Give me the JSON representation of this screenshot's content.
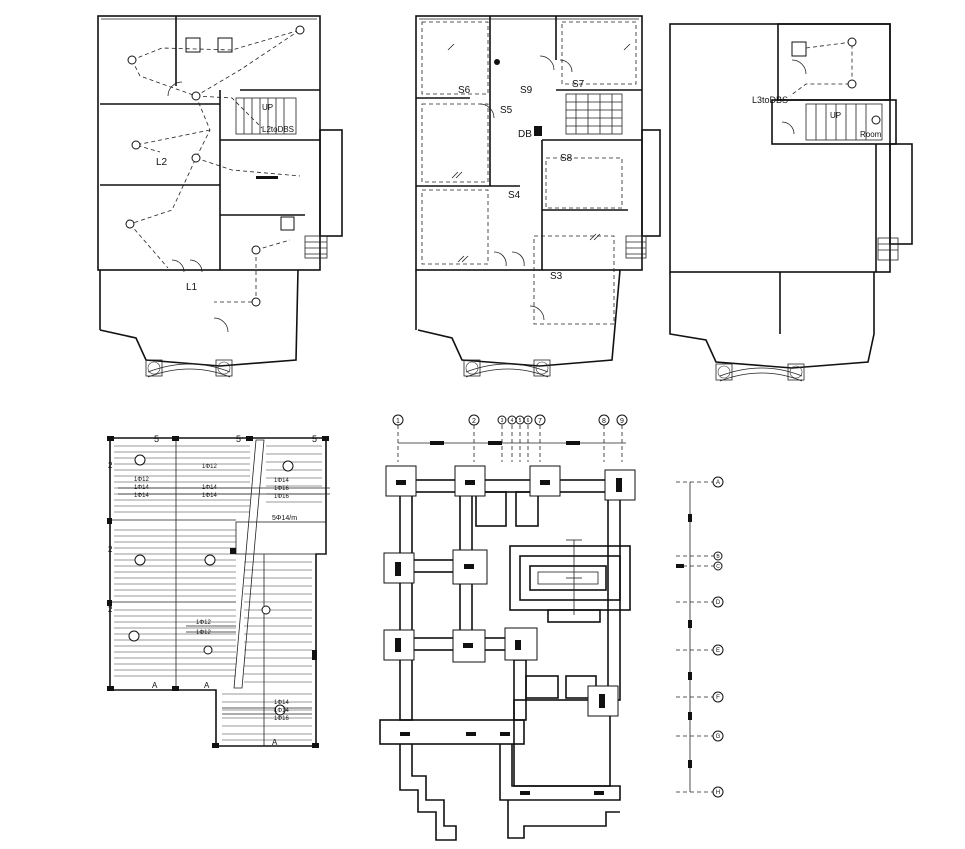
{
  "plan1": {
    "labels": [
      "L2",
      "L1",
      "UP",
      "L2toDBS"
    ]
  },
  "plan2": {
    "labels": [
      "S6",
      "S9",
      "S7",
      "S5",
      "DB",
      "S8",
      "S4",
      "S3"
    ]
  },
  "plan3": {
    "labels": [
      "L3toDBS",
      "UP",
      "Room"
    ]
  },
  "slab": {
    "top_marks": [
      "5",
      "5",
      "5"
    ],
    "left_marks": [
      "2",
      "2",
      "2"
    ],
    "dims": [
      "1Φ12",
      "1Φ14",
      "1Φ14",
      "1Φ12",
      "1Φ14",
      "1Φ14",
      "1Φ14",
      "1Φ16",
      "1Φ16",
      "1Φ12",
      "1Φ12",
      "1Φ14",
      "1Φ14",
      "1Φ16"
    ],
    "rebar_note": "5Φ14/m",
    "bottom_marks": [
      "A",
      "A",
      "A"
    ]
  },
  "grid": {
    "top_axes": [
      "1",
      "2",
      "3",
      "4",
      "5",
      "6",
      "7",
      "8",
      "9"
    ],
    "right_axes": [
      "A",
      "B",
      "C",
      "D",
      "E",
      "F",
      "G",
      "H"
    ]
  }
}
